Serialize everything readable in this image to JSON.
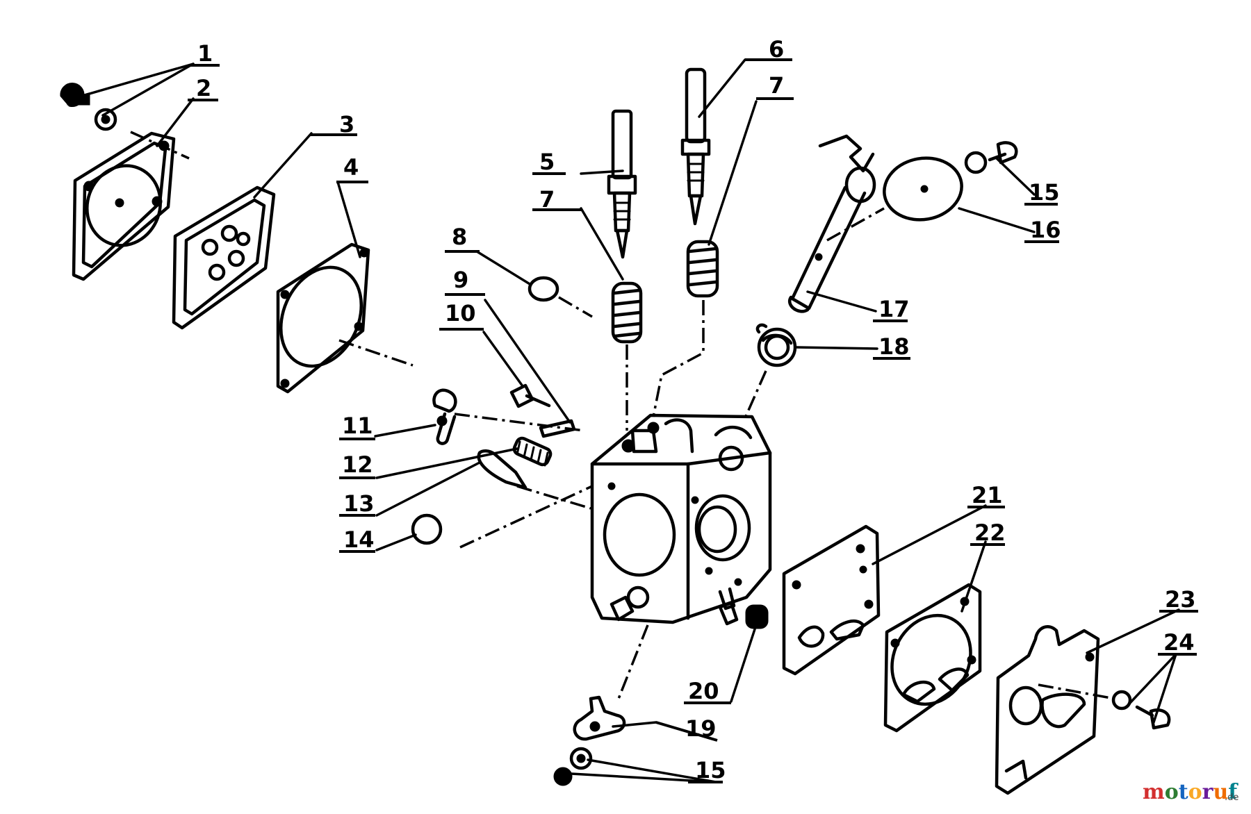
{
  "callouts": {
    "c1": "1",
    "c2": "2",
    "c3": "3",
    "c4": "4",
    "c5": "5",
    "c6": "6",
    "c7a": "7",
    "c7b": "7",
    "c8": "8",
    "c9": "9",
    "c10": "10",
    "c11": "11",
    "c12": "12",
    "c13": "13",
    "c14": "14",
    "c15a": "15",
    "c15b": "15",
    "c16": "16",
    "c17": "17",
    "c18": "18",
    "c19": "19",
    "c20": "20",
    "c21": "21",
    "c22": "22",
    "c23": "23",
    "c24": "24"
  },
  "watermark": {
    "letters": [
      "m",
      "o",
      "t",
      "o",
      "r",
      "u",
      "f"
    ],
    "colors": [
      "#d32f2f",
      "#2e7d32",
      "#1565c0",
      "#f9a825",
      "#6a1b9a",
      "#ef6c00",
      "#00838f"
    ],
    "suffix": ".de"
  }
}
